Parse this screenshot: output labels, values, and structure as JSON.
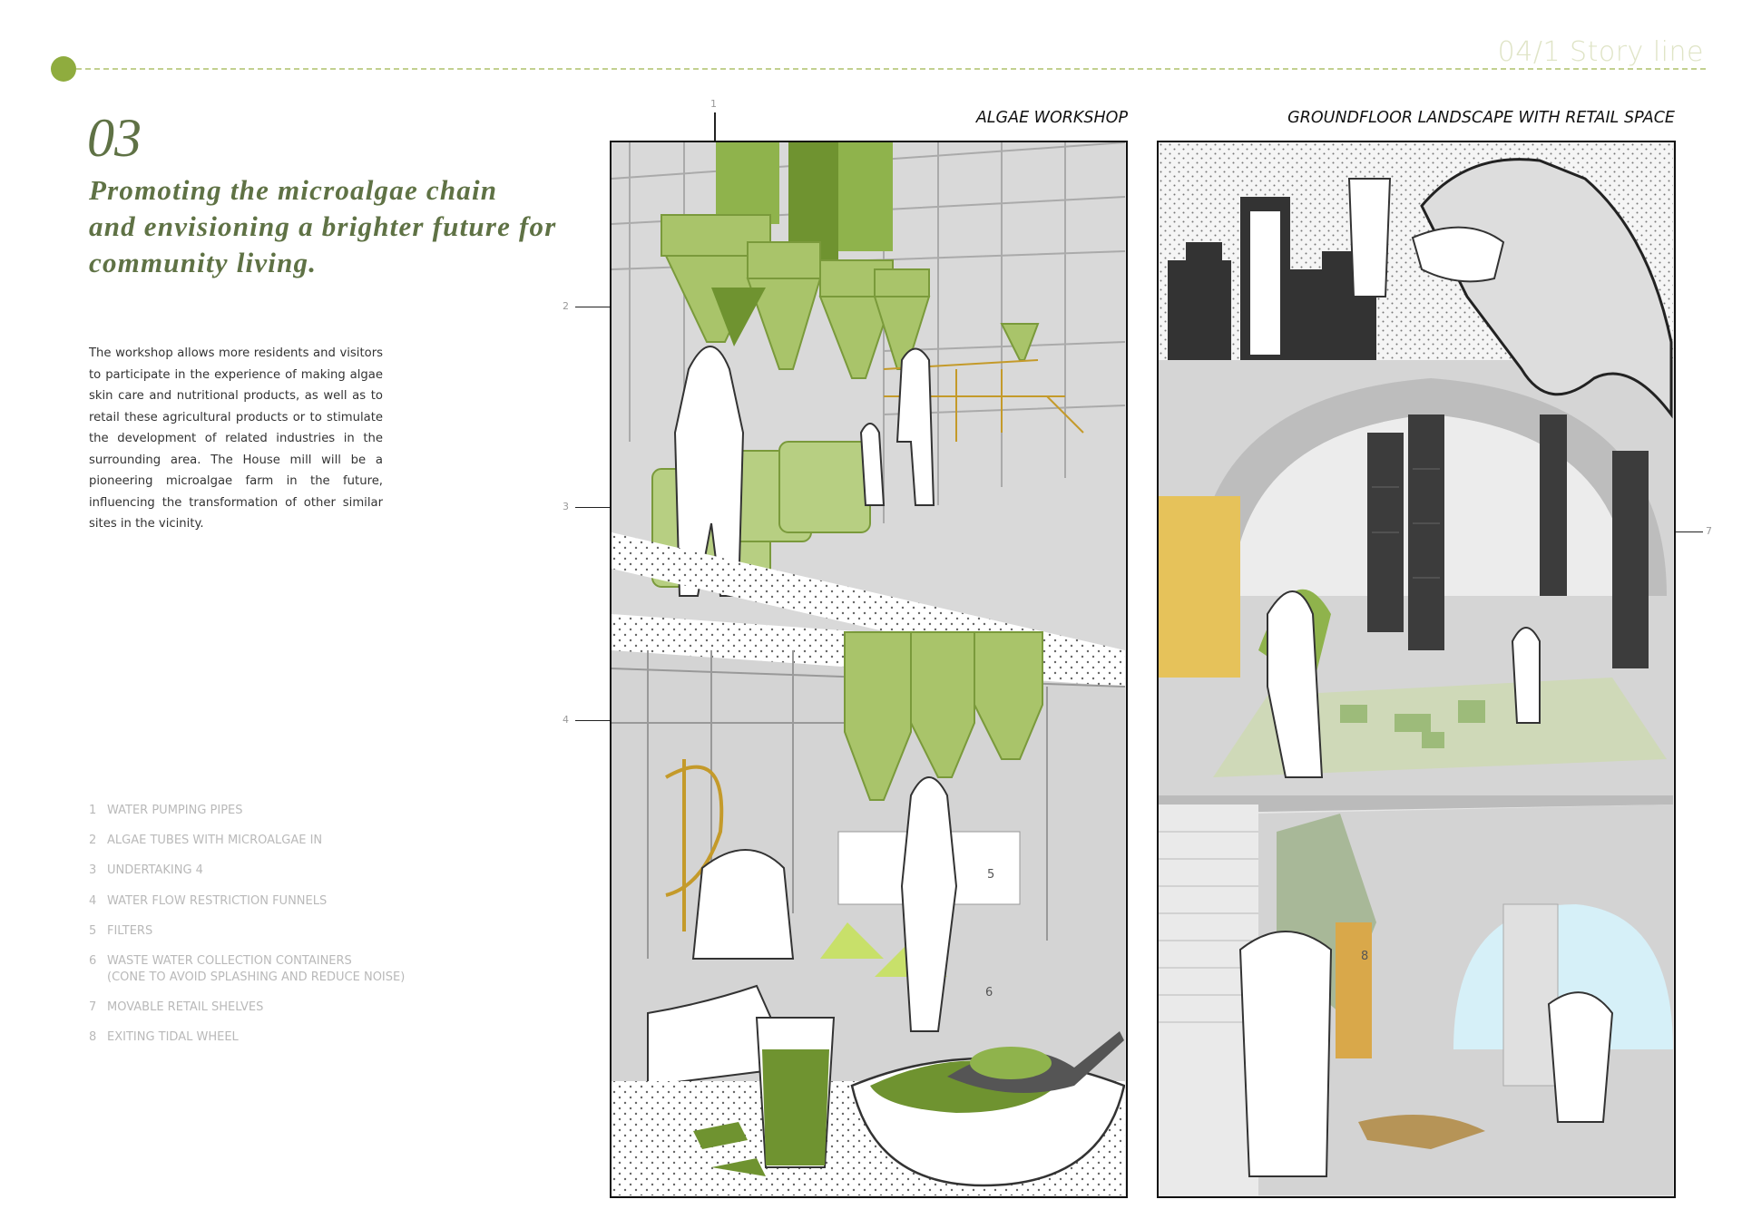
{
  "header": {
    "section_label": "04/1  Story line",
    "accent_color": "#8fac3e"
  },
  "intro": {
    "number": "03",
    "heading_lines": [
      "Promoting the microalgae chain",
      "and envisioning a brighter future for",
      "community living."
    ],
    "paragraph": "The workshop allows more residents and visitors to participate in the experience of making algae skin care and nutritional products, as well as to retail these agricultural products or to stimulate the development of related industries in the surrounding area. The House mill will be a pioneering microalgae farm in the future, influencing the transformation of other similar sites in the vicinity."
  },
  "legend": [
    {
      "n": "1",
      "text": "WATER PUMPING PIPES"
    },
    {
      "n": "2",
      "text": "ALGAE TUBES WITH MICROALGAE IN"
    },
    {
      "n": "3",
      "text": "UNDERTAKING 4"
    },
    {
      "n": "4",
      "text": "WATER FLOW RESTRICTION FUNNELS"
    },
    {
      "n": "5",
      "text": "FILTERS"
    },
    {
      "n": "6",
      "text": "WASTE WATER COLLECTION CONTAINERS",
      "text2": "(CONE TO AVOID SPLASHING AND REDUCE NOISE)"
    },
    {
      "n": "7",
      "text": "MOVABLE RETAIL SHELVES"
    },
    {
      "n": "8",
      "text": "EXITING TIDAL WHEEL"
    }
  ],
  "panels": {
    "left_title": "ALGAE WORKSHOP",
    "right_title": "GROUNDFLOOR LANDSCAPE WITH RETAIL SPACE"
  },
  "callouts": {
    "c1": "1",
    "c2": "2",
    "c3": "3",
    "c4": "4",
    "c5": "5",
    "c6": "6",
    "c7": "7",
    "c8": "8"
  },
  "colors": {
    "algae_green": "#a9c46a",
    "dark_green": "#6f9330",
    "title_green": "#5f7245"
  }
}
